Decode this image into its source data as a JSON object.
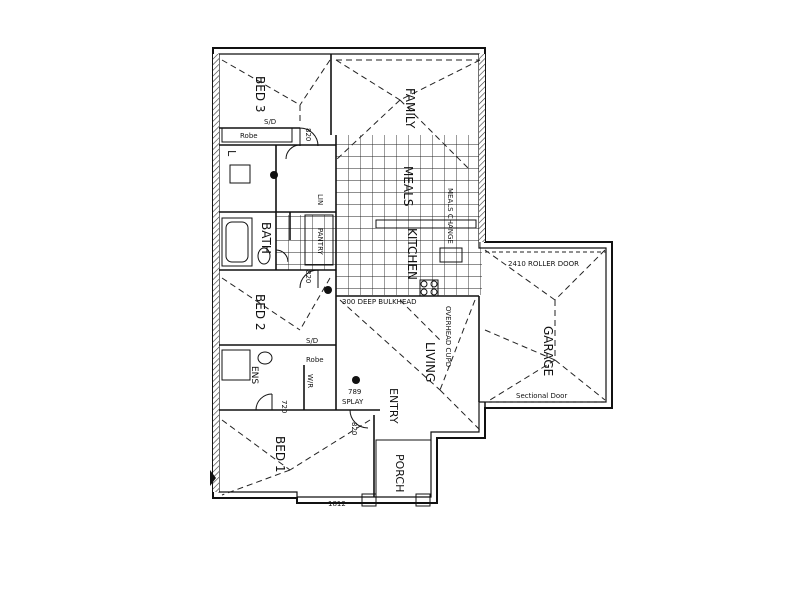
{
  "rooms": {
    "bed3": "BED 3",
    "family": "FAMILY",
    "meals": "MEALS",
    "kitchen": "KITCHEN",
    "bath": "BATH",
    "bed2": "BED 2",
    "living": "LIVING",
    "garage": "GARAGE",
    "entry": "ENTRY",
    "bed1": "BED 1",
    "porch": "PORCH",
    "ens": "ENS",
    "lin": "LIN",
    "pantry": "PANTRY",
    "l": "L"
  },
  "notes": {
    "robe_bed3": "Robe",
    "robe_bed2": "Robe",
    "sd_bed3": "S/D",
    "sd_bed2": "S/D",
    "roller_door": "2410 ROLLER DOOR",
    "sectional_door": "Sectional Door",
    "bulkhead": "300 DEEP BULKHEAD",
    "overhead_cupd": "OVERHEAD CUPD",
    "meals_change": "MEALS CHANGE",
    "splay": "SPLAY",
    "wir": "W/R",
    "dim_789": "789",
    "dim_1812": "1812",
    "dim_820a": "820",
    "dim_820b": "820",
    "dim_820c": "820",
    "dim_720": "720"
  }
}
